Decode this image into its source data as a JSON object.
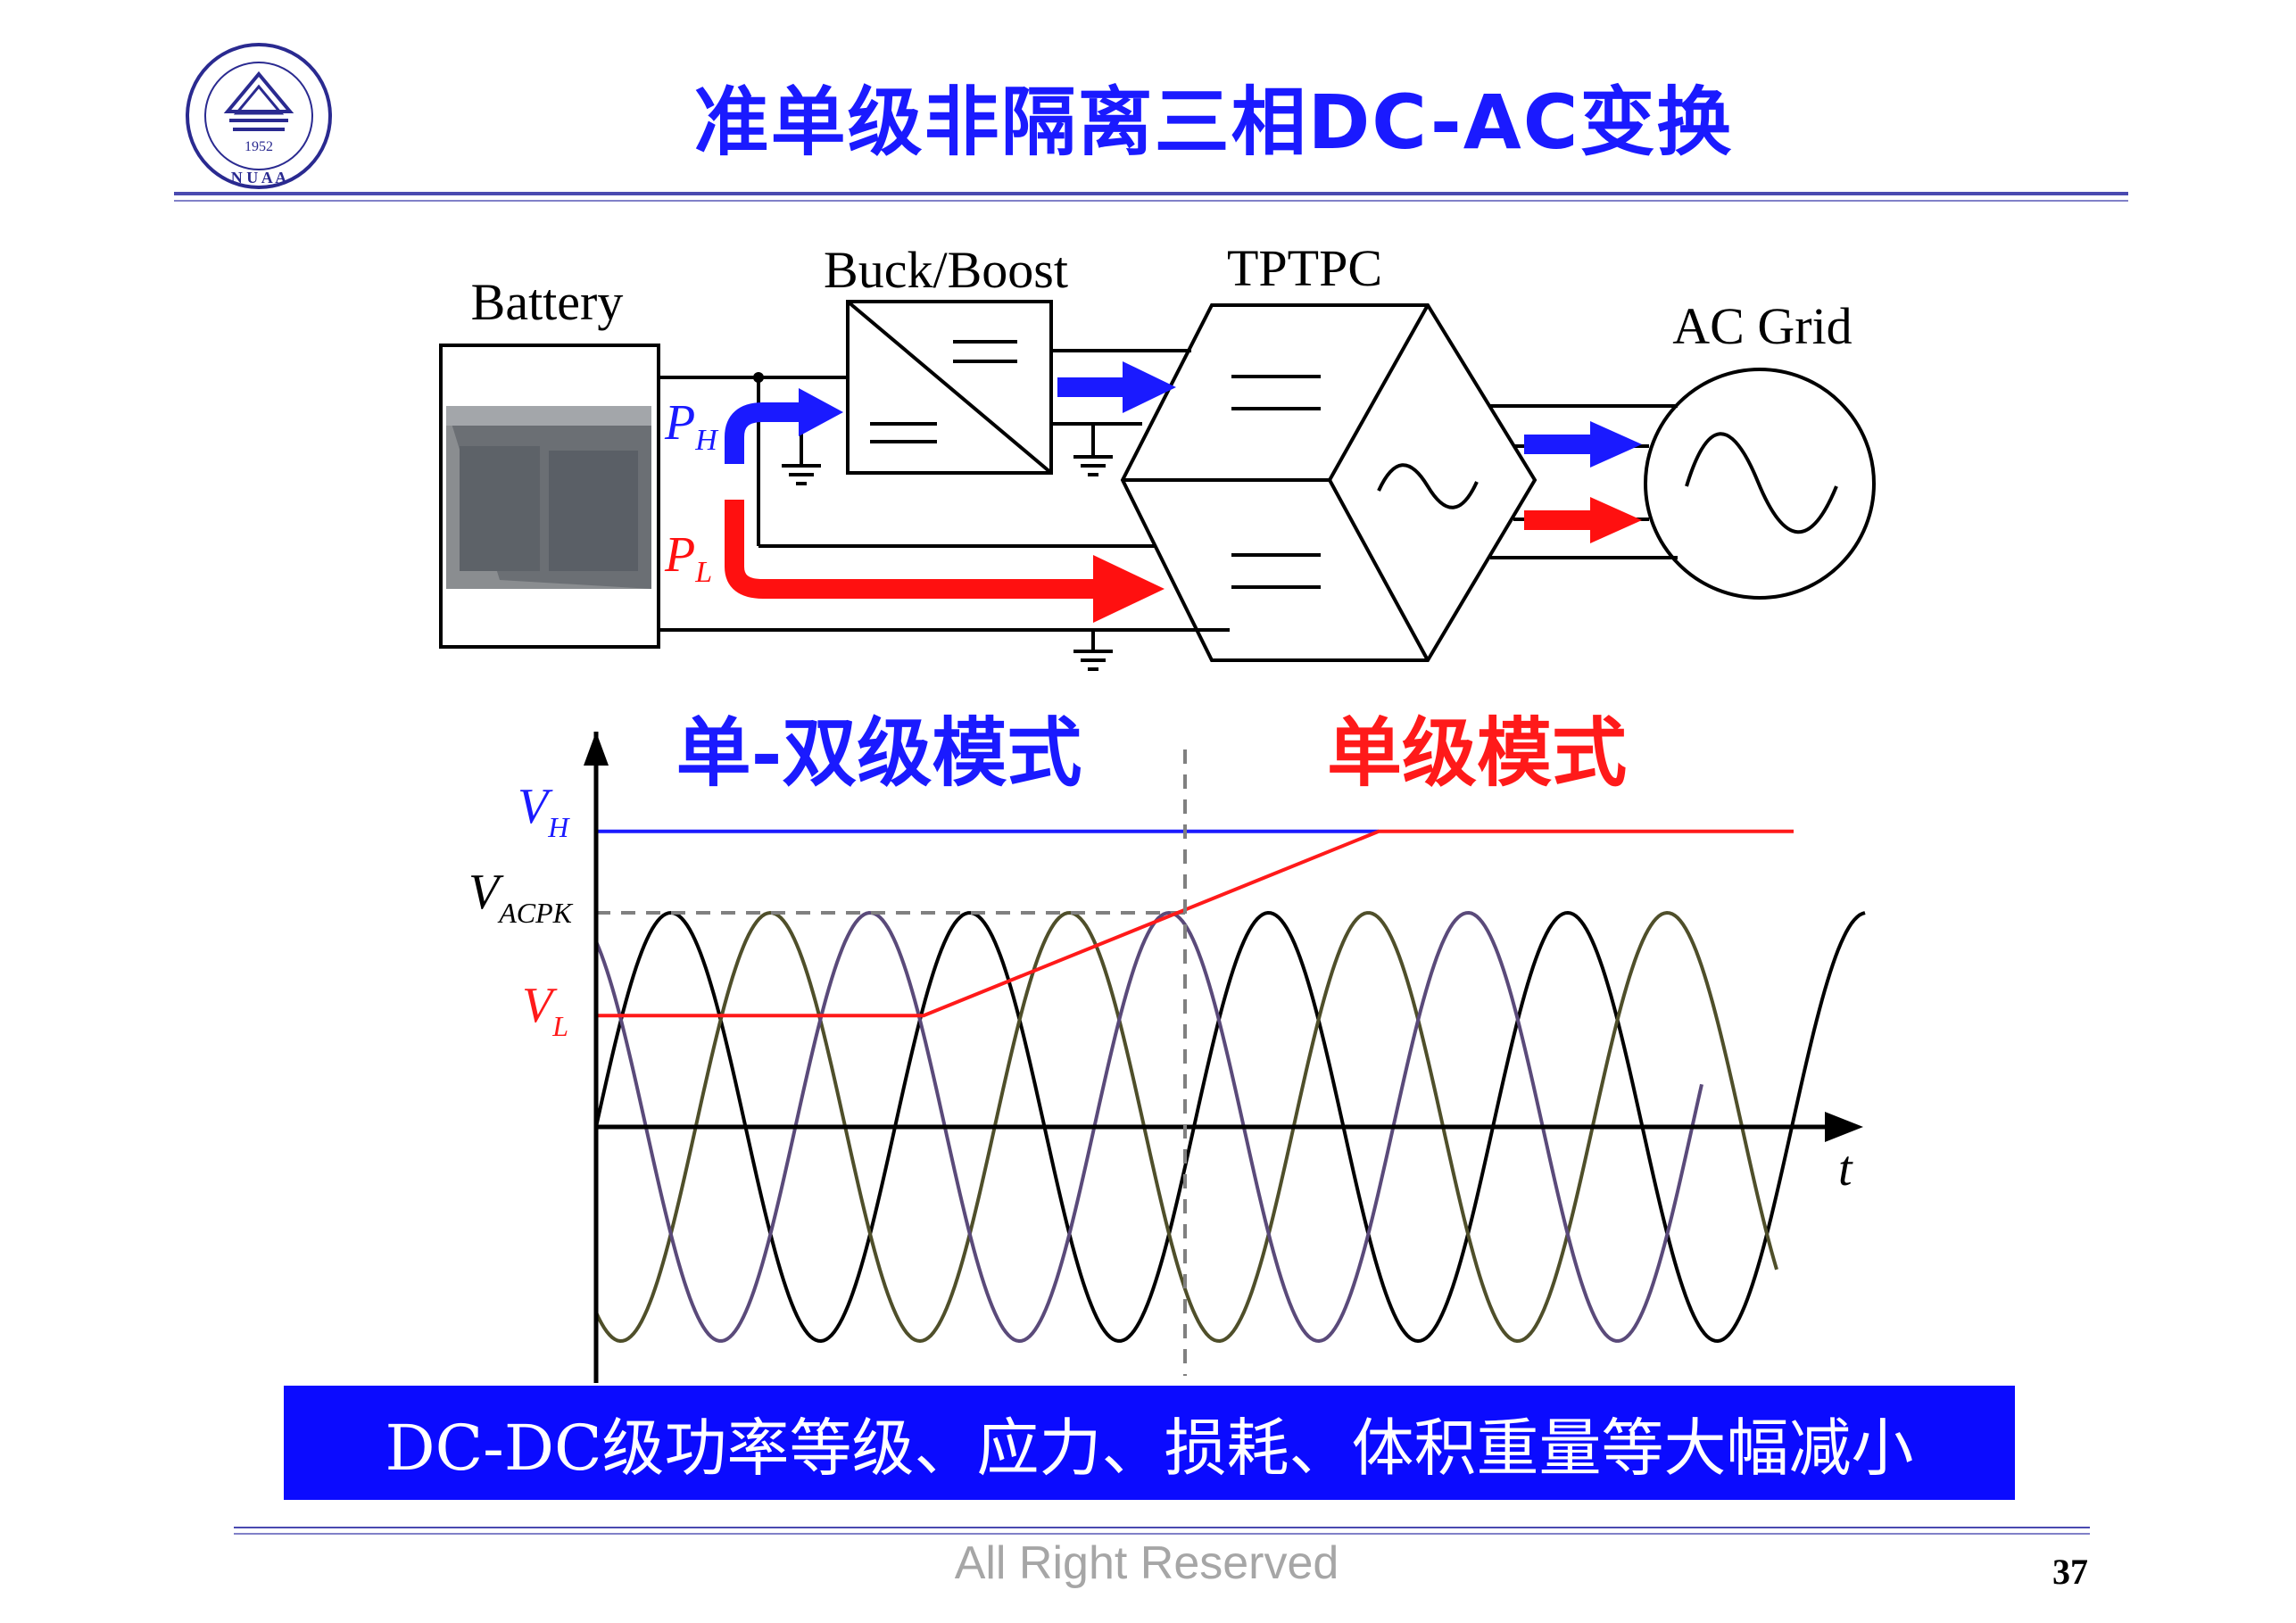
{
  "title": "准单级非隔离三相DC-AC变换",
  "logo": {
    "year": "1952",
    "abbr": "N U A A"
  },
  "block_diagram": {
    "battery_label": "Battery",
    "buck_boost_label": "Buck/Boost",
    "tptpc_label": "TPTPC",
    "ac_grid_label": "AC Grid",
    "ph_label": {
      "main": "P",
      "sub": "H"
    },
    "pl_label": {
      "main": "P",
      "sub": "L"
    }
  },
  "chart_data": {
    "type": "line",
    "mode_dual_label": "单-双级模式",
    "mode_single_label": "单级模式",
    "y_labels": [
      {
        "main": "V",
        "sub": "H"
      },
      {
        "main": "V",
        "sub": "ACPK"
      },
      {
        "main": "V",
        "sub": "L"
      }
    ],
    "x_label": "t",
    "levels": {
      "VH": 1.38,
      "VACPK": 1.0,
      "VL": 0.52,
      "zero": 0
    },
    "series": [
      {
        "color": "#000000",
        "phase_deg": 0,
        "amplitude": 1.0
      },
      {
        "color": "#4f4f2a",
        "phase_deg": -120,
        "amplitude": 1.0
      },
      {
        "color": "#5a4a7a",
        "phase_deg": 120,
        "amplitude": 1.0
      }
    ],
    "periods_shown": 4.25,
    "vh_line_color": "#1a1aff",
    "vl_line_color": "#ff1a1a",
    "mode_boundary_t": 0.43
  },
  "banner_text": "DC-DC级功率等级、应力、损耗、体积重量等大幅减小",
  "footer_text": "All Right Reserved",
  "page_number": "37",
  "colors": {
    "title": "#1a1aff",
    "banner": "#0b0bff",
    "blue_arrow": "#1a1aff",
    "red_arrow": "#ff1010"
  }
}
